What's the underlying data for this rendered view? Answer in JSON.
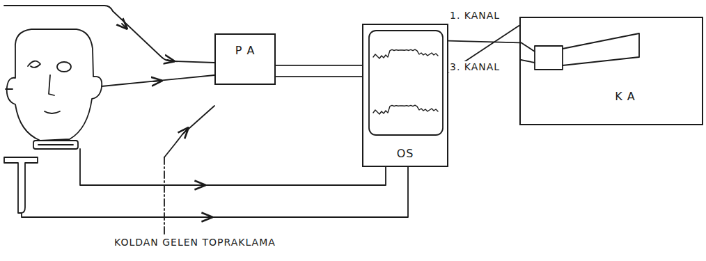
{
  "diagram": {
    "nodes": [
      {
        "text": [
          "P A"
        ]
      },
      {
        "text": [
          "OS"
        ]
      },
      {
        "text": [
          "K A"
        ]
      }
    ],
    "edges": [
      {
        "from": 0,
        "to": 1,
        "arrow": "none"
      },
      {
        "from": 0,
        "to": 1,
        "arrow": "none"
      },
      {
        "from": 1,
        "to": 2,
        "arrow": "none"
      },
      {
        "from": 1,
        "to": 2,
        "arrow": "none"
      }
    ],
    "labels": [
      "1. KANAL",
      "3. KANAL",
      "KOLDAN GELEN TOPRAKLAMA"
    ]
  }
}
